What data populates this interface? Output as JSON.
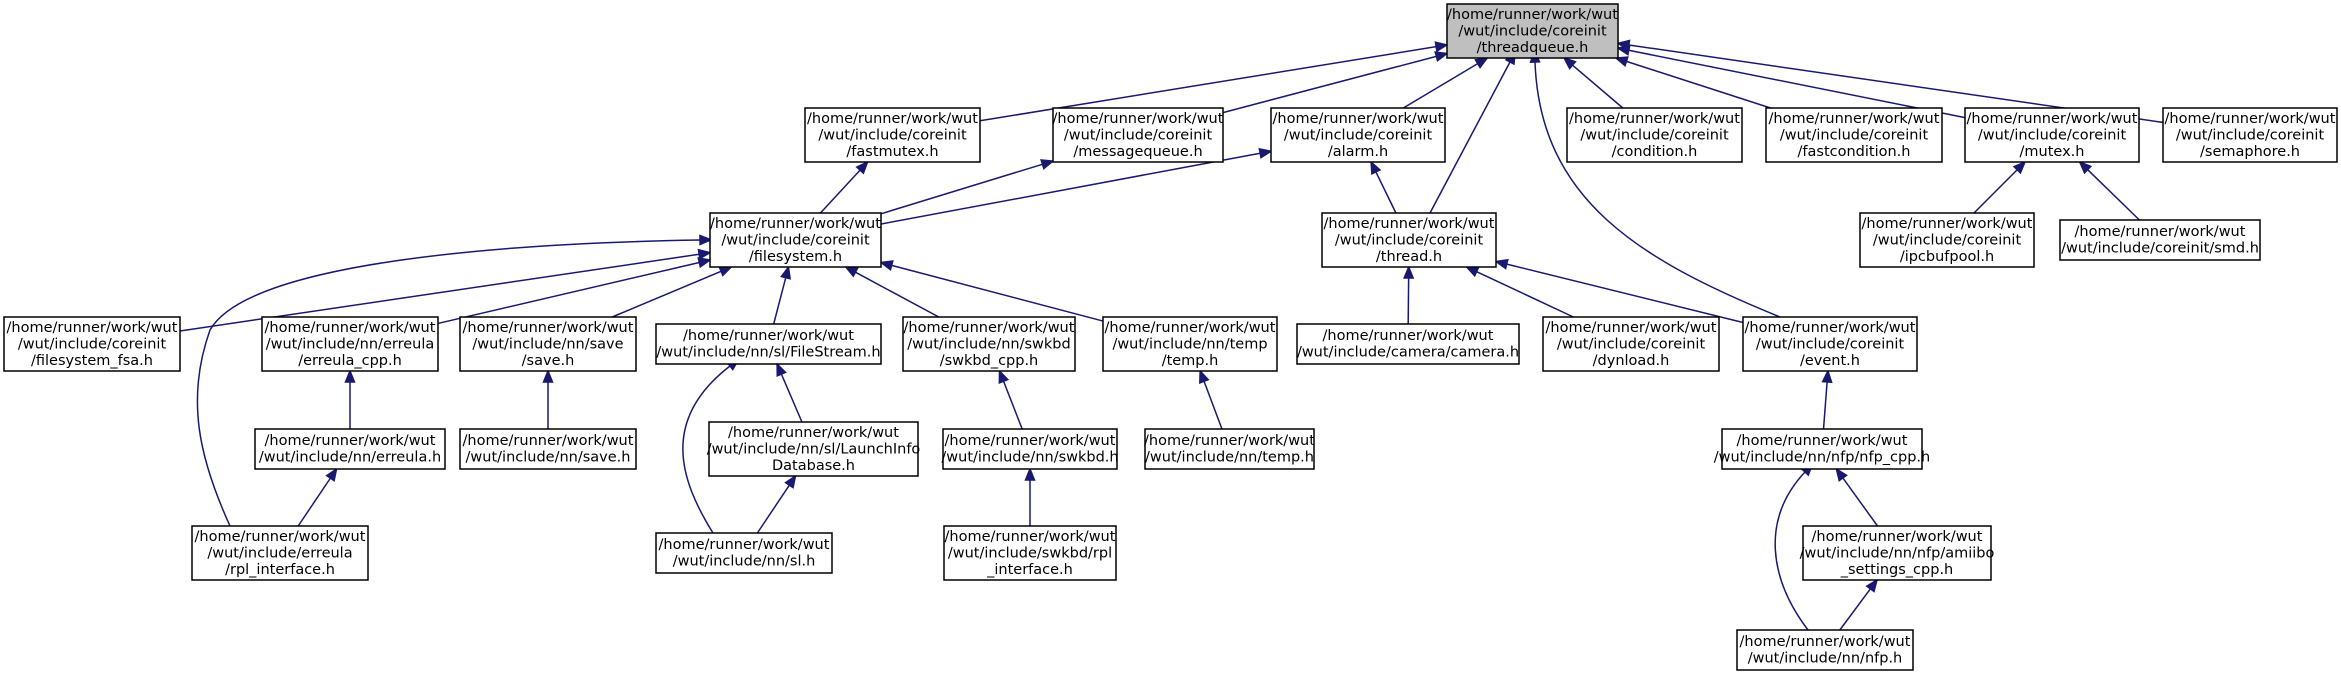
{
  "graph": {
    "colors": {
      "edge": "#191970",
      "node_border": "#000000",
      "node_fill": "#ffffff",
      "root_fill": "#bfbfbf"
    },
    "nodes": [
      {
        "id": "threadqueue",
        "lines": [
          "/home/runner/work/wut",
          "/wut/include/coreinit",
          "/threadqueue.h"
        ],
        "root": true
      },
      {
        "id": "fastmutex",
        "lines": [
          "/home/runner/work/wut",
          "/wut/include/coreinit",
          "/fastmutex.h"
        ]
      },
      {
        "id": "messagequeue",
        "lines": [
          "/home/runner/work/wut",
          "/wut/include/coreinit",
          "/messagequeue.h"
        ]
      },
      {
        "id": "alarm",
        "lines": [
          "/home/runner/work/wut",
          "/wut/include/coreinit",
          "/alarm.h"
        ]
      },
      {
        "id": "condition",
        "lines": [
          "/home/runner/work/wut",
          "/wut/include/coreinit",
          "/condition.h"
        ]
      },
      {
        "id": "fastcondition",
        "lines": [
          "/home/runner/work/wut",
          "/wut/include/coreinit",
          "/fastcondition.h"
        ]
      },
      {
        "id": "mutex",
        "lines": [
          "/home/runner/work/wut",
          "/wut/include/coreinit",
          "/mutex.h"
        ]
      },
      {
        "id": "semaphore",
        "lines": [
          "/home/runner/work/wut",
          "/wut/include/coreinit",
          "/semaphore.h"
        ]
      },
      {
        "id": "filesystem",
        "lines": [
          "/home/runner/work/wut",
          "/wut/include/coreinit",
          "/filesystem.h"
        ]
      },
      {
        "id": "thread",
        "lines": [
          "/home/runner/work/wut",
          "/wut/include/coreinit",
          "/thread.h"
        ]
      },
      {
        "id": "ipcbufpool",
        "lines": [
          "/home/runner/work/wut",
          "/wut/include/coreinit",
          "/ipcbufpool.h"
        ]
      },
      {
        "id": "smd",
        "lines": [
          "/home/runner/work/wut",
          "/wut/include/coreinit/smd.h"
        ]
      },
      {
        "id": "filesystem_fsa",
        "lines": [
          "/home/runner/work/wut",
          "/wut/include/coreinit",
          "/filesystem_fsa.h"
        ]
      },
      {
        "id": "erreula_cpp",
        "lines": [
          "/home/runner/work/wut",
          "/wut/include/nn/erreula",
          "/erreula_cpp.h"
        ]
      },
      {
        "id": "save",
        "lines": [
          "/home/runner/work/wut",
          "/wut/include/nn/save",
          "/save.h"
        ]
      },
      {
        "id": "filestream",
        "lines": [
          "/home/runner/work/wut",
          "/wut/include/nn/sl/FileStream.h"
        ]
      },
      {
        "id": "swkbd_cpp",
        "lines": [
          "/home/runner/work/wut",
          "/wut/include/nn/swkbd",
          "/swkbd_cpp.h"
        ]
      },
      {
        "id": "temp",
        "lines": [
          "/home/runner/work/wut",
          "/wut/include/nn/temp",
          "/temp.h"
        ]
      },
      {
        "id": "camera",
        "lines": [
          "/home/runner/work/wut",
          "/wut/include/camera/camera.h"
        ]
      },
      {
        "id": "dynload",
        "lines": [
          "/home/runner/work/wut",
          "/wut/include/coreinit",
          "/dynload.h"
        ]
      },
      {
        "id": "event",
        "lines": [
          "/home/runner/work/wut",
          "/wut/include/coreinit",
          "/event.h"
        ]
      },
      {
        "id": "nn_erreula",
        "lines": [
          "/home/runner/work/wut",
          "/wut/include/nn/erreula.h"
        ]
      },
      {
        "id": "nn_save",
        "lines": [
          "/home/runner/work/wut",
          "/wut/include/nn/save.h"
        ]
      },
      {
        "id": "launchinfo",
        "lines": [
          "/home/runner/work/wut",
          "/wut/include/nn/sl/LaunchInfo",
          "Database.h"
        ]
      },
      {
        "id": "nn_swkbd",
        "lines": [
          "/home/runner/work/wut",
          "/wut/include/nn/swkbd.h"
        ]
      },
      {
        "id": "nn_temp",
        "lines": [
          "/home/runner/work/wut",
          "/wut/include/nn/temp.h"
        ]
      },
      {
        "id": "nfp_cpp",
        "lines": [
          "/home/runner/work/wut",
          "/wut/include/nn/nfp/nfp_cpp.h"
        ]
      },
      {
        "id": "rpl_interface",
        "lines": [
          "/home/runner/work/wut",
          "/wut/include/erreula",
          "/rpl_interface.h"
        ]
      },
      {
        "id": "nn_sl",
        "lines": [
          "/home/runner/work/wut",
          "/wut/include/nn/sl.h"
        ]
      },
      {
        "id": "swkbd_rpl",
        "lines": [
          "/home/runner/work/wut",
          "/wut/include/swkbd/rpl",
          "_interface.h"
        ]
      },
      {
        "id": "amiibo",
        "lines": [
          "/home/runner/work/wut",
          "/wut/include/nn/nfp/amiibo",
          "_settings_cpp.h"
        ]
      },
      {
        "id": "nn_nfp",
        "lines": [
          "/home/runner/work/wut",
          "/wut/include/nn/nfp.h"
        ]
      }
    ],
    "edges": [
      {
        "from": "fastmutex",
        "to": "threadqueue"
      },
      {
        "from": "messagequeue",
        "to": "threadqueue"
      },
      {
        "from": "alarm",
        "to": "threadqueue"
      },
      {
        "from": "thread",
        "to": "threadqueue"
      },
      {
        "from": "event",
        "to": "threadqueue"
      },
      {
        "from": "condition",
        "to": "threadqueue"
      },
      {
        "from": "fastcondition",
        "to": "threadqueue"
      },
      {
        "from": "mutex",
        "to": "threadqueue"
      },
      {
        "from": "semaphore",
        "to": "threadqueue"
      },
      {
        "from": "filesystem",
        "to": "fastmutex"
      },
      {
        "from": "filesystem",
        "to": "messagequeue"
      },
      {
        "from": "filesystem",
        "to": "alarm"
      },
      {
        "from": "thread",
        "to": "alarm"
      },
      {
        "from": "ipcbufpool",
        "to": "mutex"
      },
      {
        "from": "smd",
        "to": "mutex"
      },
      {
        "from": "filesystem_fsa",
        "to": "filesystem"
      },
      {
        "from": "erreula_cpp",
        "to": "filesystem"
      },
      {
        "from": "save",
        "to": "filesystem"
      },
      {
        "from": "filestream",
        "to": "filesystem"
      },
      {
        "from": "swkbd_cpp",
        "to": "filesystem"
      },
      {
        "from": "temp",
        "to": "filesystem"
      },
      {
        "from": "rpl_interface",
        "to": "filesystem"
      },
      {
        "from": "camera",
        "to": "thread"
      },
      {
        "from": "dynload",
        "to": "thread"
      },
      {
        "from": "event",
        "to": "thread"
      },
      {
        "from": "nn_erreula",
        "to": "erreula_cpp"
      },
      {
        "from": "nn_save",
        "to": "save"
      },
      {
        "from": "launchinfo",
        "to": "filestream"
      },
      {
        "from": "nn_sl",
        "to": "filestream"
      },
      {
        "from": "nn_swkbd",
        "to": "swkbd_cpp"
      },
      {
        "from": "nn_temp",
        "to": "temp"
      },
      {
        "from": "nfp_cpp",
        "to": "event"
      },
      {
        "from": "rpl_interface",
        "to": "nn_erreula"
      },
      {
        "from": "nn_sl",
        "to": "launchinfo"
      },
      {
        "from": "swkbd_rpl",
        "to": "nn_swkbd"
      },
      {
        "from": "amiibo",
        "to": "nfp_cpp"
      },
      {
        "from": "nn_nfp",
        "to": "nfp_cpp"
      },
      {
        "from": "nn_nfp",
        "to": "amiibo"
      }
    ]
  }
}
